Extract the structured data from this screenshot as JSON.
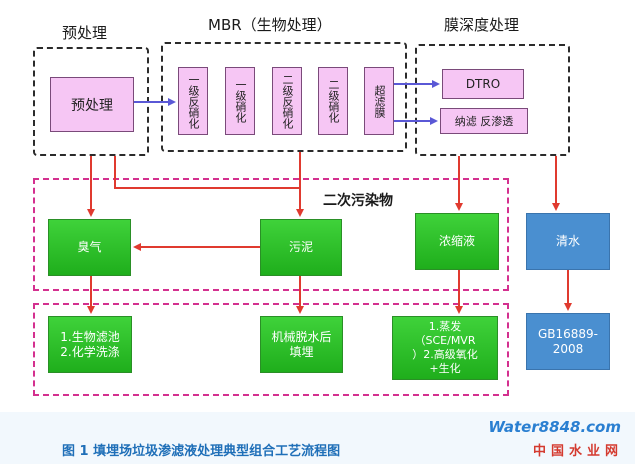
{
  "sections": {
    "pretreatment": "预处理",
    "mbr": "MBR（生物处理）",
    "membrane": "膜深度处理",
    "secondary": "二次污染物"
  },
  "boxes": {
    "pretreatment": "预处理",
    "denitrification1": "一级反硝化",
    "nitrification1": "一级硝化",
    "denitrification2": "二级反硝化",
    "nitrification2": "二级硝化",
    "ultrafiltration": "超滤膜",
    "dtro": "DTRO",
    "nf_ro": "纳滤 反渗透",
    "odor": "臭气",
    "sludge": "污泥",
    "concentrate": "浓缩液",
    "clear_water": "清水",
    "biofilter": "1.生物滤池\n2.化学洗涤",
    "dewater": "机械脱水后\n填埋",
    "evaporation": "1.蒸发\n（SCE/MVR\n）2.高级氧化\n+生化",
    "standard": "GB16889-\n2008"
  },
  "caption": "图 1  填埋场垃圾渗滤液处理典型组合工艺流程图",
  "watermark": {
    "main": "Water8848.com",
    "sub": "中国水业网"
  },
  "colors": {
    "arrow_red": "#e03a2f",
    "arrow_blue": "#5a58d6",
    "green": "#2bc026",
    "blue": "#4a8fd0",
    "pink": "#f6c6f4"
  }
}
